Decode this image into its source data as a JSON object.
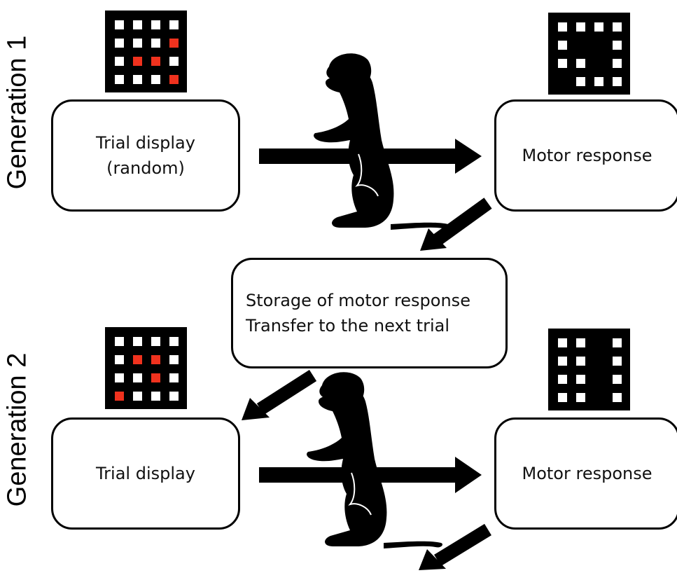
{
  "generations": [
    {
      "label": "Generation 1",
      "trial_box": {
        "line1": "Trial display",
        "line2": "(random)"
      },
      "response_box": {
        "line1": "Motor response"
      },
      "trial_grid": [
        [
          "white",
          "white",
          "white",
          "white"
        ],
        [
          "white",
          "white",
          "white",
          "red"
        ],
        [
          "white",
          "red",
          "red",
          "white"
        ],
        [
          "white",
          "white",
          "white",
          "red"
        ]
      ],
      "response_grid": [
        [
          "white",
          "white",
          "white",
          "white"
        ],
        [
          "white",
          "black",
          "black",
          "white"
        ],
        [
          "white",
          "white",
          "black",
          "white"
        ],
        [
          "black",
          "white",
          "white",
          "white"
        ]
      ]
    },
    {
      "label": "Generation 2",
      "trial_box": {
        "line1": "Trial display",
        "line2": ""
      },
      "response_box": {
        "line1": "Motor response"
      },
      "trial_grid": [
        [
          "white",
          "white",
          "white",
          "white"
        ],
        [
          "white",
          "red",
          "red",
          "white"
        ],
        [
          "white",
          "white",
          "red",
          "white"
        ],
        [
          "red",
          "white",
          "white",
          "white"
        ]
      ],
      "response_grid": [
        [
          "white",
          "white",
          "black",
          "white"
        ],
        [
          "white",
          "white",
          "black",
          "white"
        ],
        [
          "white",
          "white",
          "black",
          "white"
        ],
        [
          "white",
          "white",
          "black",
          "white"
        ]
      ]
    }
  ],
  "storage_box": {
    "line1": "Storage of motor response",
    "line2": "Transfer to the next trial"
  },
  "colors": {
    "white": "#ffffff",
    "red": "#f0321e",
    "black": "#000000",
    "ink": "#000000"
  }
}
